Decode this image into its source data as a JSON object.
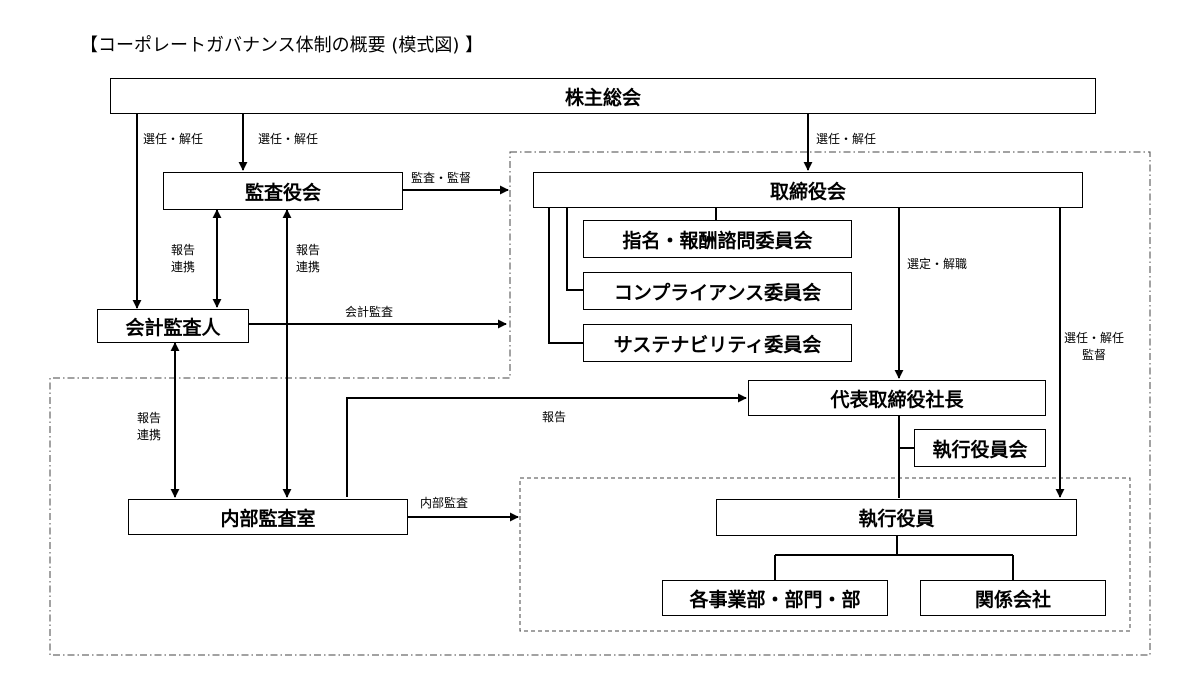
{
  "title": "【コーポレートガバナンス体制の概要 (模式図) 】",
  "boxes": {
    "shareholders_meeting": "株主総会",
    "audit_board": "監査役会",
    "board_of_directors": "取締役会",
    "nomination_committee": "指名・報酬諮問委員会",
    "compliance_committee": "コンプライアンス委員会",
    "sustainability_committee": "サステナビリティ委員会",
    "accounting_auditor": "会計監査人",
    "representative_director": "代表取締役社長",
    "executive_committee": "執行役員会",
    "internal_audit_office": "内部監査室",
    "executive_officers": "執行役員",
    "business_divisions": "各事業部・部門・部",
    "affiliated_companies": "関係会社"
  },
  "labels": {
    "appoint_dismiss_1": "選任・解任",
    "appoint_dismiss_2": "選任・解任",
    "appoint_dismiss_3": "選任・解任",
    "audit_supervise": "監査・監督",
    "report_1": "報告",
    "cooperate_1": "連携",
    "report_2": "報告",
    "cooperate_2": "連携",
    "accounting_audit": "会計監査",
    "select_dismiss": "選定・解職",
    "appoint_dismiss_4": "選任・解任",
    "supervise": "監督",
    "report_3": "報告",
    "cooperate_3": "連携",
    "report_4": "報告",
    "internal_audit": "内部監査"
  }
}
